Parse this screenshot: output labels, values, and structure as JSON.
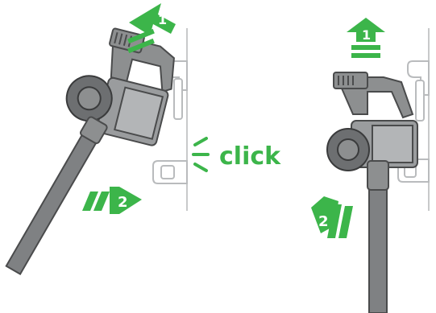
{
  "colors": {
    "accent_green": "#3cb54a",
    "body_gray": "#8d8f90",
    "dark_gray": "#4a4b4c",
    "mount_outline": "#b9bbbd",
    "wall_line": "#c8c9ca",
    "tube_gray": "#7f8183"
  },
  "left_panel": {
    "step1_label": "1",
    "step2_label": "2",
    "click_label": "click",
    "icons": [
      "arrow-up-right-icon",
      "arrow-down-right-icon",
      "click-sound-icon"
    ]
  },
  "right_panel": {
    "step1_label": "1",
    "step2_label": "2",
    "icons": [
      "arrow-up-icon",
      "arrow-down-left-icon"
    ]
  }
}
